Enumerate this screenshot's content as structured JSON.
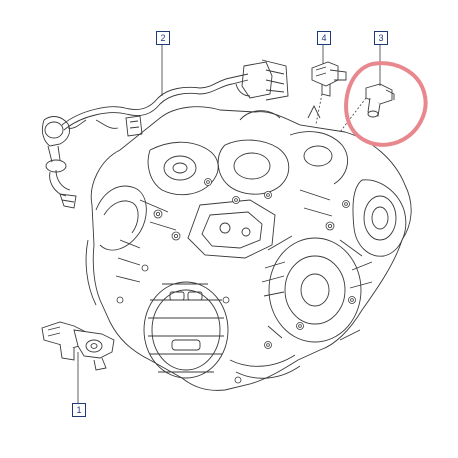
{
  "diagram": {
    "callouts": [
      {
        "id": "callout-1",
        "number": "1"
      },
      {
        "id": "callout-2",
        "number": "2"
      },
      {
        "id": "callout-3",
        "number": "3"
      },
      {
        "id": "callout-4",
        "number": "4"
      }
    ],
    "highlight": {
      "target": "callout-3",
      "color": "#e8888e"
    },
    "line_color": "#3a3a3a",
    "callout_color": "#1e3a78"
  }
}
